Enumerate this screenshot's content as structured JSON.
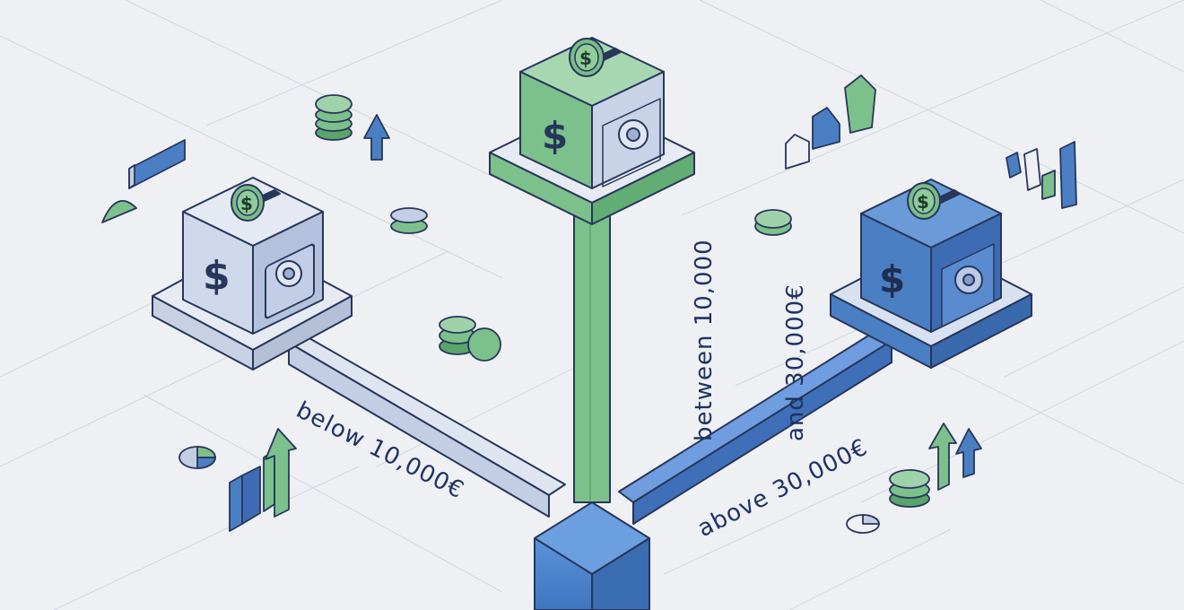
{
  "colors": {
    "background": "#eef0f4",
    "outline": "#27365a",
    "low_tier": "#c3cde3",
    "mid_tier": "#7cc08b",
    "high_tier": "#4b7fc4",
    "trunk": "#4c86cf",
    "label_text": "#1f3262"
  },
  "branches": {
    "low": {
      "label": "below 10,000€"
    },
    "mid": {
      "label_line1": "between 10,000",
      "label_line2": "and 30,000€"
    },
    "high": {
      "label": "above 30,000€"
    }
  },
  "boxes": {
    "symbol": "$",
    "icons": [
      "safe-box-icon",
      "coin-slot-icon",
      "dollar-coin-icon",
      "safe-dial-icon"
    ]
  },
  "decorations": [
    "coin-stack-icon",
    "up-arrow-icon",
    "bar-chart-icon",
    "pie-chart-icon"
  ]
}
